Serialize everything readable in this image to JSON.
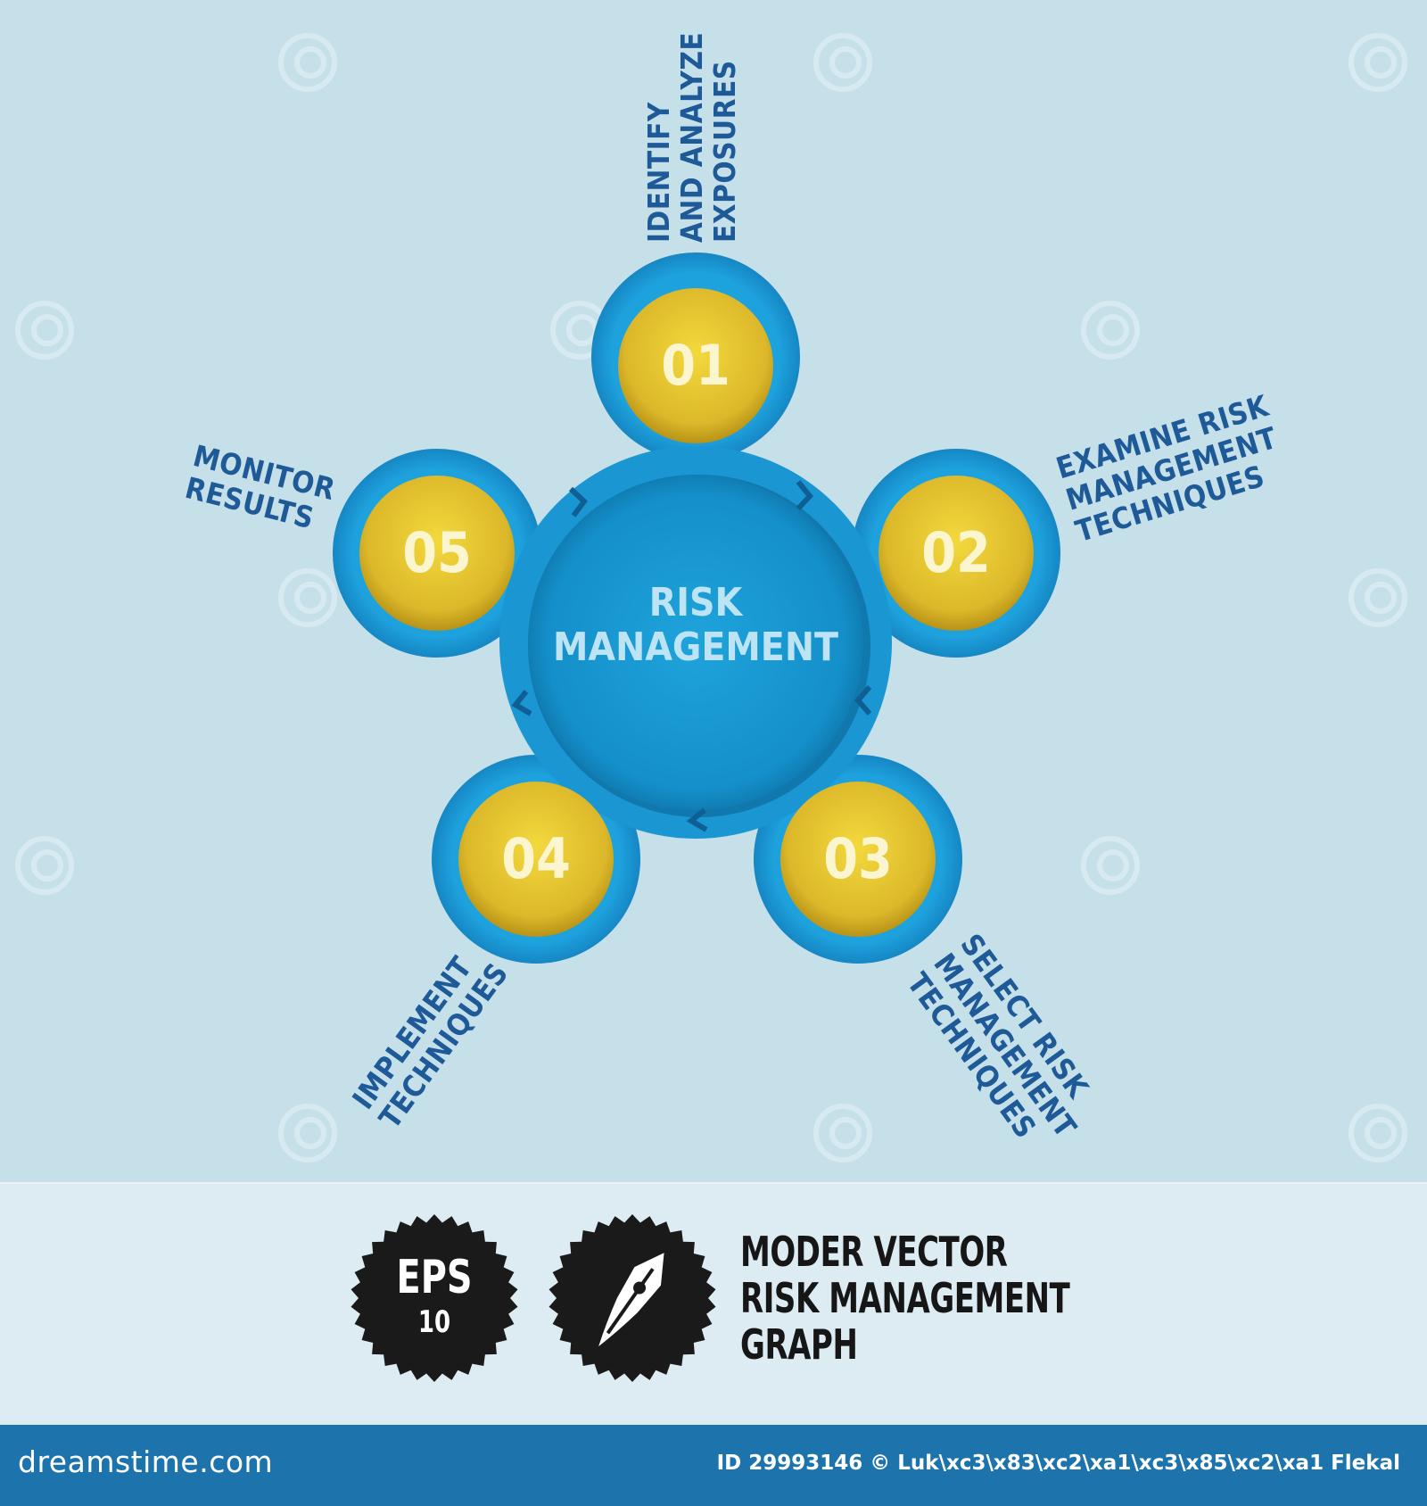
{
  "diagram": {
    "center_title_line1": "RISK",
    "center_title_line2": "MANAGEMENT",
    "steps": [
      {
        "number": "01",
        "lines": [
          "IDENTIFY",
          "AND ANALYZE",
          "EXPOSURES"
        ]
      },
      {
        "number": "02",
        "lines": [
          "EXAMINE RISK",
          "MANAGEMENT",
          "TECHNIQUES"
        ]
      },
      {
        "number": "03",
        "lines": [
          "SELECT RISK",
          "MANAGEMENT",
          "TECHNIQUES"
        ]
      },
      {
        "number": "04",
        "lines": [
          "IMPLEMENT",
          "TECHNIQUES"
        ]
      },
      {
        "number": "05",
        "lines": [
          "MONITOR",
          "RESULTS"
        ]
      }
    ]
  },
  "badges": {
    "eps_label": "EPS",
    "eps_version": "10",
    "pen_icon": "pen-nib-icon"
  },
  "caption": {
    "line1": "MODER VECTOR",
    "line2": "RISK MANAGEMENT",
    "line3": "GRAPH"
  },
  "footer": {
    "brand": "dreamstime.com",
    "id_text": "ID 29993146 © Luk\\xc3\\x83\\xc2\\xa1\\xc3\\x85\\xc2\\xa1 Flekal"
  },
  "colors": {
    "background": "#c6e0ea",
    "ring_blue": "#1a9ad6",
    "node_yellow": "#dcb82a",
    "label_blue": "#1f5a98",
    "footer_blue": "#1d74ad"
  }
}
